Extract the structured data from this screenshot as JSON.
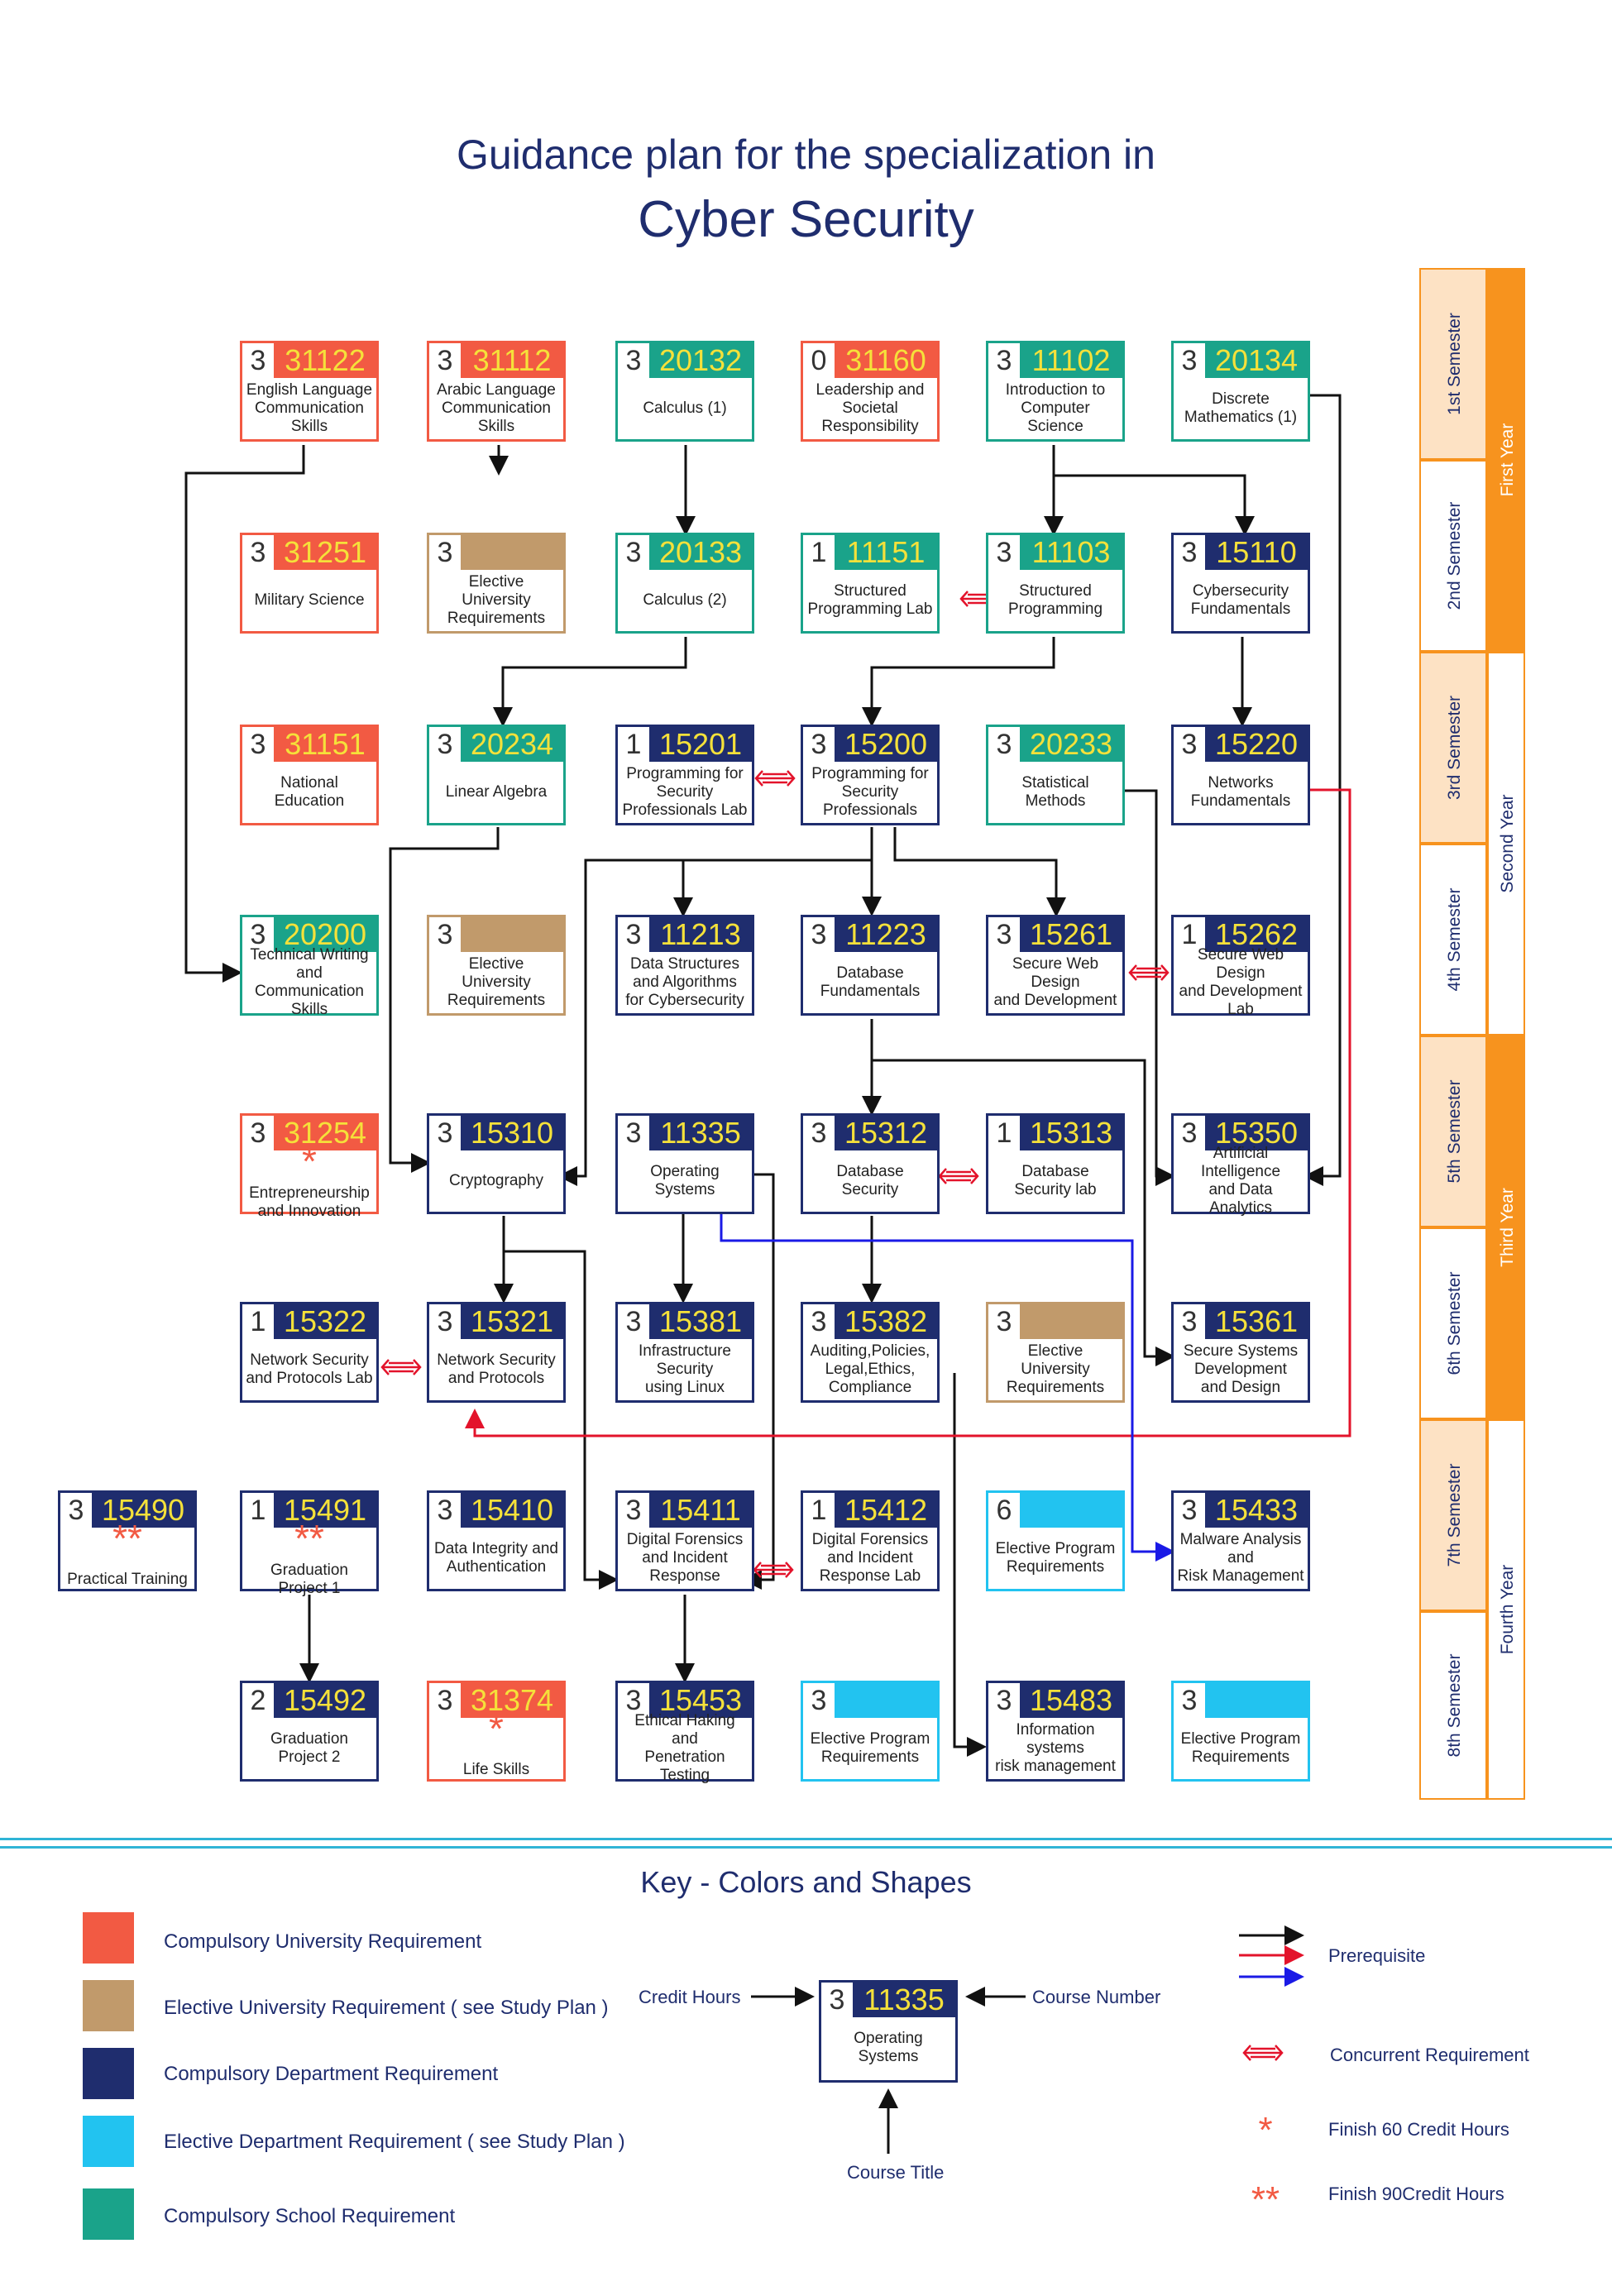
{
  "title_line1": "Guidance plan for the specialization in",
  "title_line2": "Cyber Security",
  "colors": {
    "cu": "#f25a43",
    "eu": "#c19a6b",
    "cd": "#1f2d6e",
    "ed": "#22c3f0",
    "cs": "#1aa38a",
    "arrow_black": "#111111",
    "arrow_red": "#e3132b",
    "arrow_blue": "#1a1ae6",
    "semester_border": "#f7931e"
  },
  "courses": [
    {
      "cr": "3",
      "num": "31122",
      "title": "English Language\nCommunication\nSkills",
      "type": "cu"
    },
    {
      "cr": "3",
      "num": "31112",
      "title": "Arabic Language\nCommunication\nSkills",
      "type": "cu"
    },
    {
      "cr": "3",
      "num": "20132",
      "title": "Calculus (1)",
      "type": "cs"
    },
    {
      "cr": "0",
      "num": "31160",
      "title": "Leadership and\nSocietal\nResponsibility",
      "type": "cu"
    },
    {
      "cr": "3",
      "num": "11102",
      "title": "Introduction to\nComputer\nScience",
      "type": "cs"
    },
    {
      "cr": "3",
      "num": "20134",
      "title": "Discrete\nMathematics (1)",
      "type": "cs"
    },
    {
      "cr": "3",
      "num": "31251",
      "title": "Military Science",
      "type": "cu"
    },
    {
      "cr": "3",
      "num": "",
      "title": "Elective University\nRequirements",
      "type": "eu"
    },
    {
      "cr": "3",
      "num": "20133",
      "title": "Calculus (2)",
      "type": "cs"
    },
    {
      "cr": "1",
      "num": "11151",
      "title": "Structured\nProgramming Lab",
      "type": "cs"
    },
    {
      "cr": "3",
      "num": "11103",
      "title": "Structured\nProgramming",
      "type": "cs"
    },
    {
      "cr": "3",
      "num": "15110",
      "title": "Cybersecurity\nFundamentals",
      "type": "cd"
    },
    {
      "cr": "3",
      "num": "31151",
      "title": "National\nEducation",
      "type": "cu"
    },
    {
      "cr": "3",
      "num": "20234",
      "title": "Linear Algebra",
      "type": "cs"
    },
    {
      "cr": "1",
      "num": "15201",
      "title": "Programming for\nSecurity\nProfessionals Lab",
      "type": "cd"
    },
    {
      "cr": "3",
      "num": "15200",
      "title": "Programming for\nSecurity\nProfessionals",
      "type": "cd"
    },
    {
      "cr": "3",
      "num": "20233",
      "title": "Statistical\nMethods",
      "type": "cs"
    },
    {
      "cr": "3",
      "num": "15220",
      "title": "Networks\nFundamentals",
      "type": "cd"
    },
    {
      "cr": "3",
      "num": "20200",
      "title": "Technical Writing\nand Communication\nSkills",
      "type": "cs"
    },
    {
      "cr": "3",
      "num": "",
      "title": "Elective University\nRequirements",
      "type": "eu"
    },
    {
      "cr": "3",
      "num": "11213",
      "title": "Data Structures\nand Algorithms\nfor Cybersecurity",
      "type": "cd"
    },
    {
      "cr": "3",
      "num": "11223",
      "title": "Database\nFundamentals",
      "type": "cd"
    },
    {
      "cr": "3",
      "num": "15261",
      "title": "Secure Web Design\nand Development",
      "type": "cd"
    },
    {
      "cr": "1",
      "num": "15262",
      "title": "Secure Web Design\nand Development Lab",
      "type": "cd"
    },
    {
      "cr": "3",
      "num": "31254",
      "title": "Entrepreneurship\nand Innovation",
      "type": "cu",
      "star": "*"
    },
    {
      "cr": "3",
      "num": "15310",
      "title": "Cryptography",
      "type": "cd"
    },
    {
      "cr": "3",
      "num": "11335",
      "title": "Operating\nSystems",
      "type": "cd"
    },
    {
      "cr": "3",
      "num": "15312",
      "title": "Database\nSecurity",
      "type": "cd"
    },
    {
      "cr": "1",
      "num": "15313",
      "title": "Database\nSecurity lab",
      "type": "cd"
    },
    {
      "cr": "3",
      "num": "15350",
      "title": "Artificial Intelligence\nand Data Analytics",
      "type": "cd"
    },
    {
      "cr": "1",
      "num": "15322",
      "title": "Network Security\nand Protocols Lab",
      "type": "cd"
    },
    {
      "cr": "3",
      "num": "15321",
      "title": "Network Security\nand Protocols",
      "type": "cd"
    },
    {
      "cr": "3",
      "num": "15381",
      "title": "Infrastructure\nSecurity\nusing Linux",
      "type": "cd"
    },
    {
      "cr": "3",
      "num": "15382",
      "title": "Auditing,Policies,\nLegal,Ethics,\nCompliance",
      "type": "cd"
    },
    {
      "cr": "3",
      "num": "",
      "title": "Elective University\nRequirements",
      "type": "eu"
    },
    {
      "cr": "3",
      "num": "15361",
      "title": "Secure Systems\nDevelopment\nand Design",
      "type": "cd"
    },
    {
      "cr": "3",
      "num": "15490",
      "title": "Practical  Training",
      "type": "cd",
      "star": "**"
    },
    {
      "cr": "1",
      "num": "15491",
      "title": "Graduation\nProject 1",
      "type": "cd",
      "star": "**"
    },
    {
      "cr": "3",
      "num": "15410",
      "title": "Data Integrity and\nAuthentication",
      "type": "cd"
    },
    {
      "cr": "3",
      "num": "15411",
      "title": "Digital Forensics\nand Incident\nResponse",
      "type": "cd"
    },
    {
      "cr": "1",
      "num": "15412",
      "title": "Digital Forensics\nand Incident\nResponse Lab",
      "type": "cd"
    },
    {
      "cr": "6",
      "num": "",
      "title": "Elective Program\nRequirements",
      "type": "ed"
    },
    {
      "cr": "3",
      "num": "15433",
      "title": "Malware Analysis\nand\nRisk Management",
      "type": "cd"
    },
    {
      "cr": "2",
      "num": "15492",
      "title": "Graduation\nProject 2",
      "type": "cd"
    },
    {
      "cr": "3",
      "num": "31374",
      "title": "Life Skills",
      "type": "cu",
      "star": "*"
    },
    {
      "cr": "3",
      "num": "15453",
      "title": "Ethical Haking\nand\nPenetration Testing",
      "type": "cd"
    },
    {
      "cr": "3",
      "num": "",
      "title": "Elective Program\nRequirements",
      "type": "ed"
    },
    {
      "cr": "3",
      "num": "15483",
      "title": "Information systems\nrisk management",
      "type": "cd"
    },
    {
      "cr": "3",
      "num": "",
      "title": "Elective Program\nRequirements",
      "type": "ed"
    }
  ],
  "semesters": [
    "1st Semester",
    "2nd Semester",
    "3rd Semester",
    "4th Semester",
    "5th Semester",
    "6th Semester",
    "7th Semester",
    "8th Semester"
  ],
  "years": [
    "First Year",
    "Second Year",
    "Third Year",
    "Fourth Year"
  ],
  "key": {
    "title": "Key - Colors and Shapes",
    "items": [
      {
        "label": "Compulsory University Requirement",
        "type": "cu"
      },
      {
        "label": "Elective University Requirement ( see Study Plan )",
        "type": "eu"
      },
      {
        "label": "Compulsory Department Requirement",
        "type": "cd"
      },
      {
        "label": "Elective Department Requirement ( see Study Plan )",
        "type": "ed"
      },
      {
        "label": "Compulsory School Requirement",
        "type": "cs"
      }
    ],
    "sample": {
      "cr": "3",
      "num": "11335",
      "title": "Operating\nSystems"
    },
    "credit_hours": "Credit Hours",
    "course_number": "Course Number",
    "course_title": "Course Title",
    "prerequisite": "Prerequisite",
    "concurrent": "Concurrent Requirement",
    "finish60": "Finish 60 Credit Hours",
    "finish90": "Finish 90Credit Hours",
    "star1": "*",
    "star2": "**"
  }
}
